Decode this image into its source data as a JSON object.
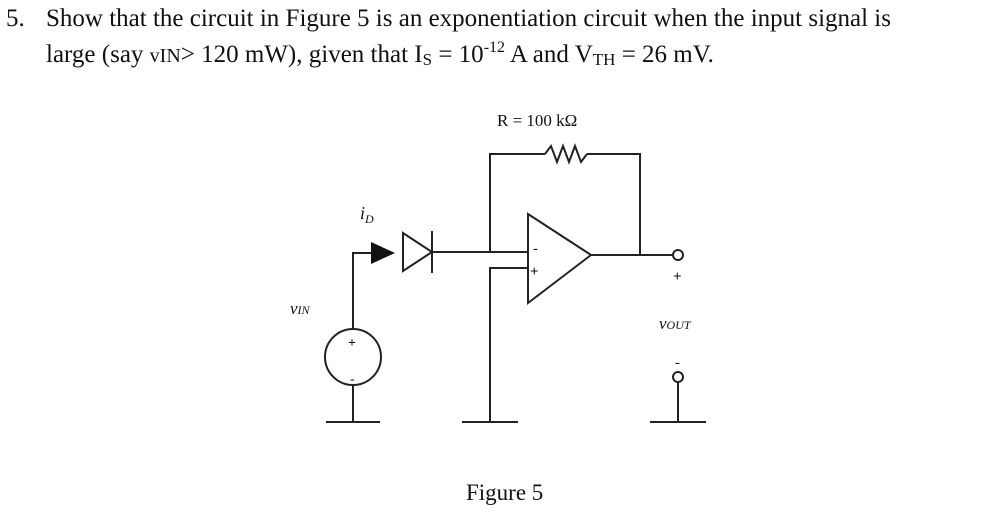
{
  "problem": {
    "number": "5.",
    "line1": "Show that the circuit in Figure 5 is an exponentiation circuit when the input signal is",
    "line2": {
      "t1": "large (say ",
      "v": "v",
      "vsub": "IN",
      "t2": "> 120 mW), given that I",
      "isub": "S",
      "t3": " = 10",
      "exp": "-12",
      "t4": " A and V",
      "vthsub": "TH",
      "t5": " = 26 mV."
    }
  },
  "figure": {
    "resistor_label": "R = 100 kΩ",
    "diode_current": {
      "main": "i",
      "sub": "D"
    },
    "input": {
      "main": "v",
      "sub": "IN"
    },
    "output": {
      "main": "v",
      "sub": "OUT"
    },
    "source_plus": "+",
    "source_minus": "-",
    "opamp_minus": "-",
    "opamp_plus": "+",
    "out_plus": "+",
    "out_minus": "-",
    "caption": "Figure 5"
  }
}
